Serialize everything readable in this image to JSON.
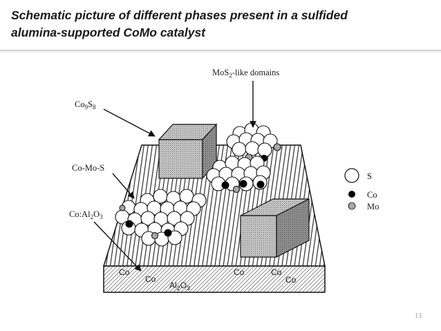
{
  "slide": {
    "title_line1": "Schematic picture of different phases present in a sulfided",
    "title_line2": "alumina-supported CoMo catalyst",
    "page_number": "13"
  },
  "figure": {
    "labels": {
      "co9s8": {
        "main": "Co",
        "s1": "9",
        "mid": "S",
        "s2": "8"
      },
      "mos2_domains": {
        "pre": "MoS",
        "sub": "2",
        "post": "-like domains"
      },
      "co_mo_s": "Co-Mo-S",
      "co_al2o3": {
        "pre": "Co:Al",
        "s1": "2",
        "mid": "O",
        "s2": "3"
      },
      "substrate": {
        "pre": "Al",
        "s1": "2",
        "mid": "O",
        "s2": "3"
      },
      "co_in_support": [
        "Co",
        "Co",
        "Co",
        "Co",
        "Co"
      ]
    },
    "legend": [
      {
        "symbol": "S",
        "label": "S"
      },
      {
        "symbol": "Co",
        "label": "Co"
      },
      {
        "symbol": "Mo",
        "label": "Mo"
      }
    ]
  }
}
